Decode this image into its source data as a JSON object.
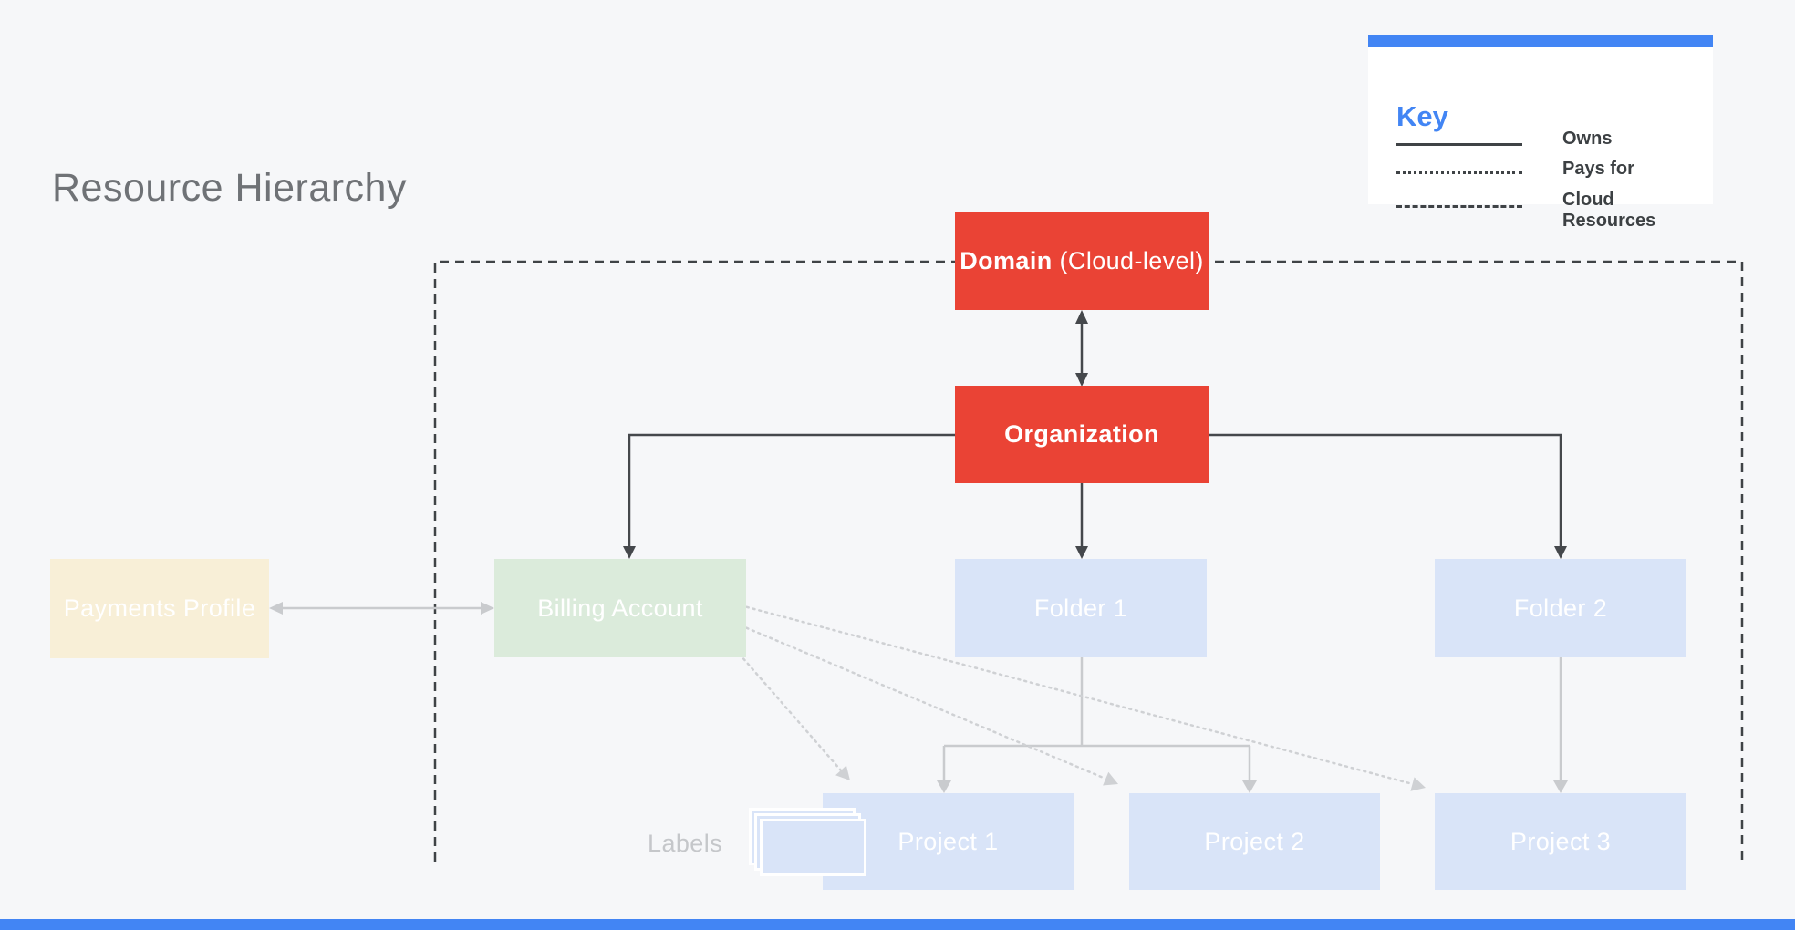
{
  "title": "Resource Hierarchy",
  "key": {
    "heading": "Key",
    "items": [
      {
        "line_style": "solid",
        "label": "Owns"
      },
      {
        "line_style": "dotted",
        "label": "Pays for"
      },
      {
        "line_style": "dashed",
        "label": "Cloud Resources"
      }
    ]
  },
  "nodes": {
    "domain": {
      "name": "Domain",
      "suffix": "(Cloud-level)",
      "color": "#EA4335"
    },
    "organization": {
      "label": "Organization",
      "color": "#EA4335"
    },
    "payments_profile": {
      "label": "Payments Profile",
      "color": "#F8EFD7"
    },
    "billing_account": {
      "label": "Billing Account",
      "color": "#DBEBDB"
    },
    "folder_1": {
      "label": "Folder 1",
      "color": "#D9E4F8"
    },
    "folder_2": {
      "label": "Folder 2",
      "color": "#D9E4F8"
    },
    "project_1": {
      "label": "Project 1",
      "color": "#D9E4F8"
    },
    "project_2": {
      "label": "Project 2",
      "color": "#D9E4F8"
    },
    "project_3": {
      "label": "Project 3",
      "color": "#D9E4F8"
    }
  },
  "annotations": {
    "labels_caption": "Labels"
  },
  "colors": {
    "background": "#F6F7F9",
    "accent_blue": "#4285F4",
    "node_red": "#EA4335",
    "dark_line": "#3F4346",
    "gray_line": "#C9CBCE",
    "dotted_line": "#CFD1D4",
    "title_text": "#6F7276"
  }
}
